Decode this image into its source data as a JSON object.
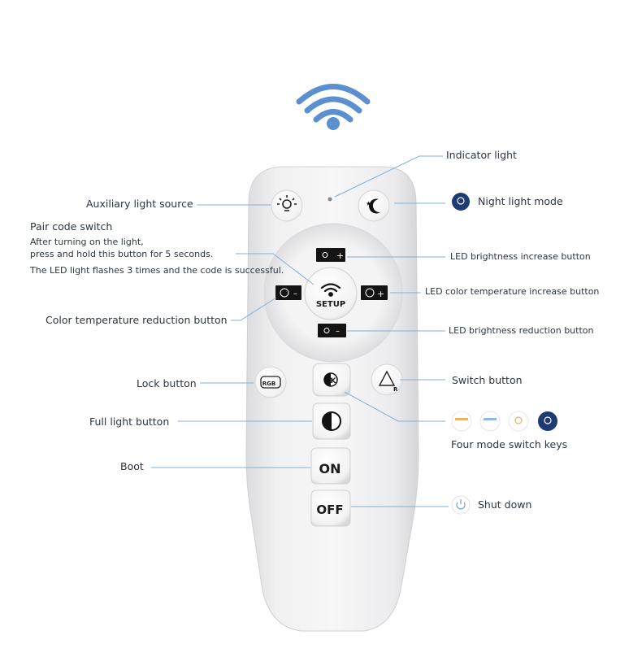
{
  "labels": {
    "indicator_light": "Indicator light",
    "auxiliary_light_source": "Auxiliary light source",
    "night_light_mode": "Night light mode",
    "pair_code_switch": "Pair code switch",
    "pair_line1": "After turning on the light,",
    "pair_line2": "press and hold this button for 5 seconds.",
    "pair_line3": "The LED light flashes 3 times and the code is successful.",
    "led_brightness_increase": "LED brightness increase button",
    "led_color_temp_increase": "LED color temperature increase button",
    "color_temp_reduction": "Color temperature reduction button",
    "led_brightness_reduction": "LED brightness reduction button",
    "lock_button": "Lock button",
    "switch_button": "Switch button",
    "full_light_button": "Full light button",
    "four_mode_switch_keys": "Four mode switch keys",
    "boot": "Boot",
    "shut_down": "Shut down"
  },
  "buttons": {
    "setup": "SETUP",
    "on": "ON",
    "off": "OFF",
    "rgb": "RGB",
    "k": "K",
    "r": "R"
  },
  "colors": {
    "accent_blue": "#5b8fd0",
    "leader_line": "#7fb1dc",
    "navy_icon": "#1f3b73",
    "remote_body": "#eeeeef",
    "button_face": "#fbfbfb"
  }
}
